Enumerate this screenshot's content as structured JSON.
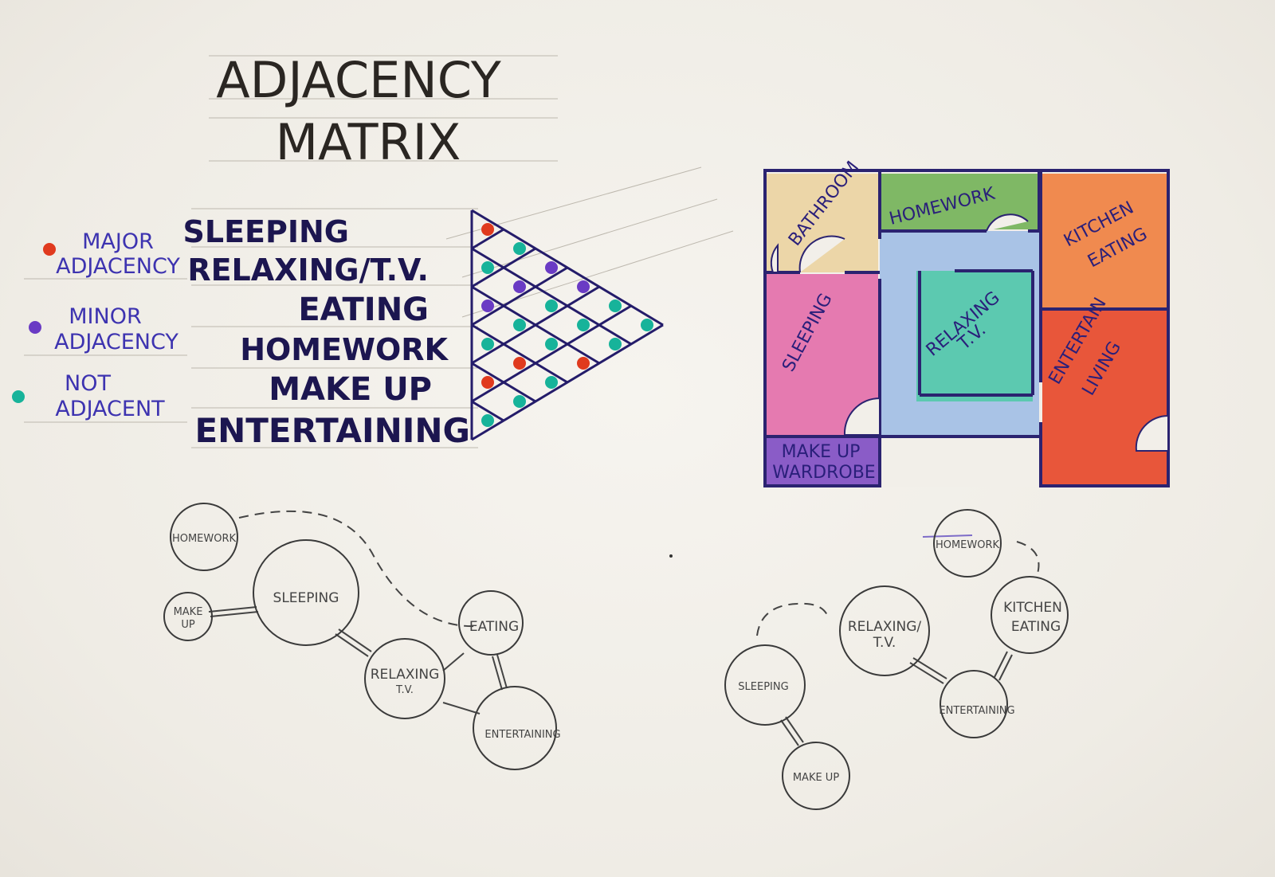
{
  "title": {
    "line1": "ADJACENCY",
    "line2": "MATRIX"
  },
  "legend": [
    {
      "line1": "MAJOR",
      "line2": "ADJACENCY",
      "dot_color": "#e03a1e"
    },
    {
      "line1": "MINOR",
      "line2": "ADJACENCY",
      "dot_color": "#6a3bc4"
    },
    {
      "line1": "NOT",
      "line2": "ADJACENT",
      "dot_color": "#17b39a"
    }
  ],
  "matrix_rows": [
    "SLEEPING",
    "RELAXING/T.V.",
    "EATING",
    "HOMEWORK",
    "MAKE UP",
    "ENTERTAINING"
  ],
  "matrix_cells": [
    [
      "major",
      "not",
      "minor",
      "minor",
      "not",
      "not"
    ],
    [
      "not",
      "minor",
      "not",
      "not",
      "not"
    ],
    [
      "minor",
      "not",
      "not",
      "major"
    ],
    [
      "not",
      "major",
      "not"
    ],
    [
      "major",
      "not"
    ],
    [
      "not"
    ]
  ],
  "floor_plan": {
    "rooms": [
      {
        "key": "bathroom",
        "line1": "BATHROOM",
        "line2": "",
        "color": "#ecd6a8"
      },
      {
        "key": "homework",
        "line1": "HOMEWORK",
        "line2": "",
        "color": "#7fb865"
      },
      {
        "key": "kitchen",
        "line1": "KITCHEN",
        "line2": "EATING",
        "color": "#f08a4f"
      },
      {
        "key": "sleeping",
        "line1": "SLEEPING",
        "line2": "",
        "color": "#e57ab0"
      },
      {
        "key": "relaxing",
        "line1": "RELAXING",
        "line2": "T.V.",
        "color": "#5cc9b0"
      },
      {
        "key": "entertain",
        "line1": "ENTERTAIN",
        "line2": "LIVING",
        "color": "#e8563a"
      },
      {
        "key": "makeup",
        "line1": "MAKE UP",
        "line2": "WARDROBE",
        "color": "#8a5cc7"
      }
    ],
    "corridor_color": "#a9c3e6"
  },
  "bubble_diagram_1": {
    "bubbles": [
      {
        "key": "homework",
        "label": "HOMEWORK"
      },
      {
        "key": "sleeping",
        "label": "SLEEPING"
      },
      {
        "key": "makeup",
        "line1": "MAKE",
        "line2": "UP"
      },
      {
        "key": "eating",
        "label": "EATING"
      },
      {
        "key": "relaxing",
        "line1": "RELAXING",
        "line2": "T.V."
      },
      {
        "key": "entertaining",
        "label": "ENTERTAINING"
      }
    ]
  },
  "bubble_diagram_2": {
    "bubbles": [
      {
        "key": "homework",
        "label": "HOMEWORK"
      },
      {
        "key": "relaxing",
        "line1": "RELAXING/",
        "line2": "T.V."
      },
      {
        "key": "kitchen",
        "line1": "KITCHEN",
        "line2": "EATING"
      },
      {
        "key": "sleeping",
        "label": "SLEEPING"
      },
      {
        "key": "entertaining",
        "label": "ENTERTAINING"
      },
      {
        "key": "makeup",
        "label": "MAKE UP"
      }
    ]
  }
}
